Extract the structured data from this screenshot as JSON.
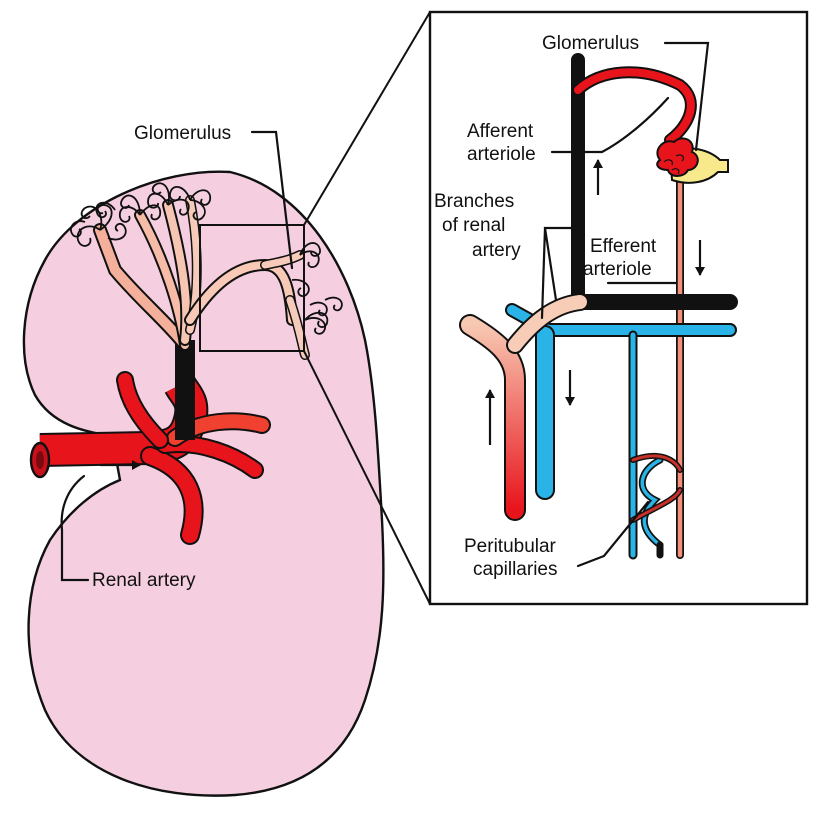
{
  "diagram": {
    "labels": {
      "glomerulus_left": "Glomerulus",
      "renal_artery": "Renal artery",
      "glomerulus_right": "Glomerulus",
      "afferent_1": "Afferent",
      "afferent_2": "arteriole",
      "branches_1": "Branches",
      "branches_2": "of renal",
      "branches_3": "artery",
      "efferent_1": "Efferent",
      "efferent_2": "arteriole",
      "peritubular_1": "Peritubular",
      "peritubular_2": "capillaries"
    },
    "colors": {
      "kidney_fill": "#f5cfe0",
      "artery_red": "#e8141c",
      "artery_pale": "#f7cdb8",
      "vein_blue": "#2ab3e6",
      "capsule_yellow": "#f8e98c",
      "outline": "#111111"
    }
  }
}
